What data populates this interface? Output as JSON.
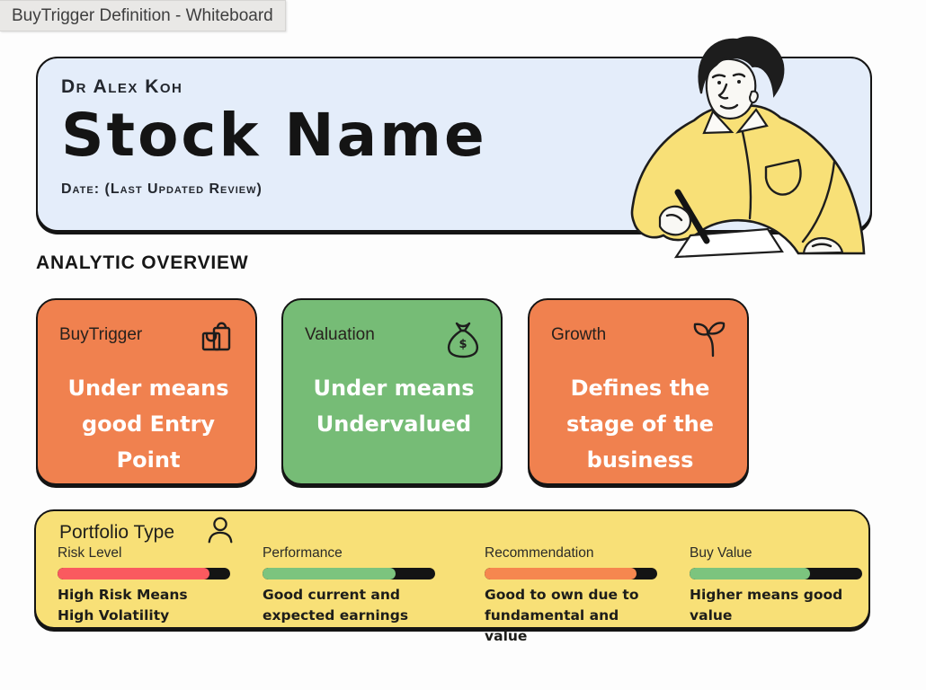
{
  "window": {
    "title": "BuyTrigger Definition - Whiteboard"
  },
  "header": {
    "author": "Dr Alex Koh",
    "title": "Stock Name",
    "date": "Date: (Last Updated Review)",
    "bg_color": "#E4EDFA"
  },
  "section": {
    "title": "ANALYTIC OVERVIEW"
  },
  "cards": [
    {
      "label": "BuyTrigger",
      "icon": "shopping-bag-icon",
      "body": "Under means good Entry Point",
      "bg": "#F0814F"
    },
    {
      "label": "Valuation",
      "icon": "money-bag-icon",
      "body": "Under means Undervalued",
      "bg": "#76BC76"
    },
    {
      "label": "Growth",
      "icon": "seedling-icon",
      "body": "Defines the stage of the business",
      "bg": "#F0814F"
    }
  ],
  "portfolio": {
    "title": "Portfolio Type",
    "icon": "person-icon",
    "bg": "#F8E077",
    "metrics": [
      {
        "label": "Risk Level",
        "caption": "High Risk Means High Volatility",
        "percent": 88,
        "color": "#FA5A5F"
      },
      {
        "label": "Performance",
        "caption": "Good current and expected earnings",
        "percent": 77,
        "color": "#7CC47E"
      },
      {
        "label": "Recommendation",
        "caption": "Good to own due to fundamental and value",
        "percent": 88,
        "color": "#F6874F"
      },
      {
        "label": "Buy Value",
        "caption": "Higher means good value",
        "percent": 70,
        "color": "#7CC47E"
      }
    ]
  },
  "illustration": {
    "name": "man-writing-illustration",
    "shirt_color": "#F8E077",
    "hair_color": "#1D1D1D"
  }
}
